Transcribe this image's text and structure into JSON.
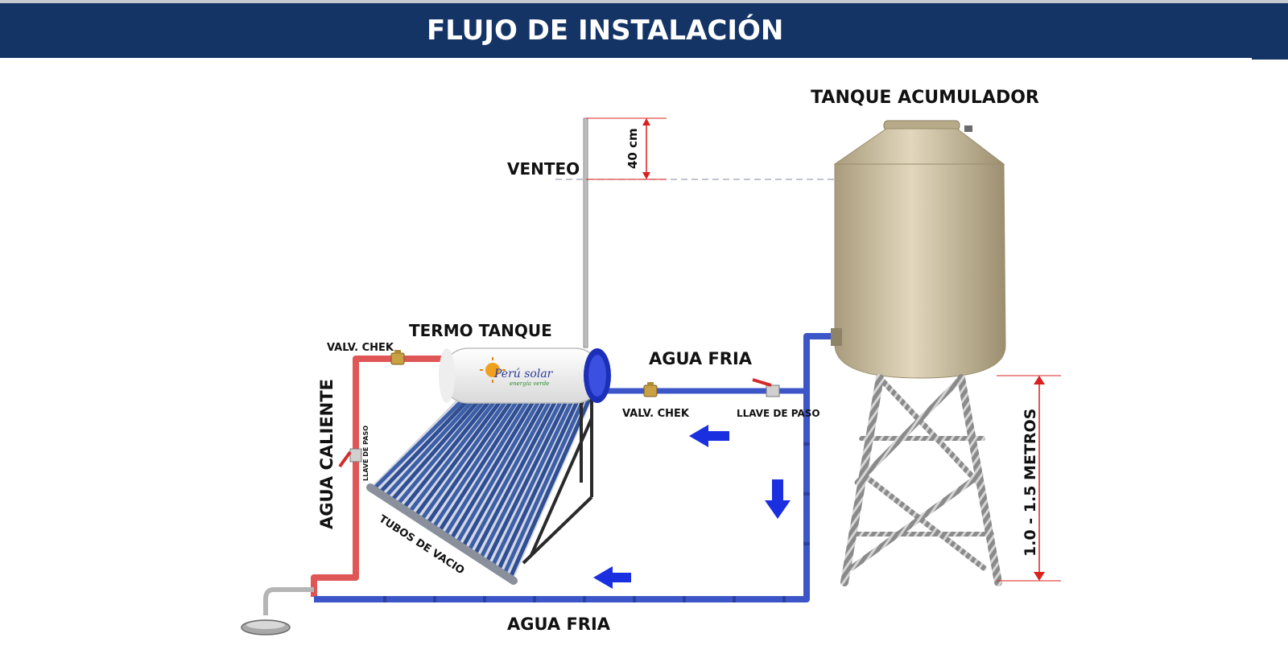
{
  "header": {
    "title": "FLUJO DE INSTALACIÓN"
  },
  "labels": {
    "tanque_acumulador": "TANQUE ACUMULADOR",
    "venteo": "VENTEO",
    "cm40": "40 cm",
    "termo_tanque": "TERMO TANQUE",
    "valv_chek_left": "VALV. CHEK",
    "agua_fria_top": "AGUA FRIA",
    "valv_chek_mid": "VALV. CHEK",
    "llave_paso_right": "LLAVE DE PASO",
    "agua_caliente": "AGUA CALIENTE",
    "llave_paso_left": "LLAVE DE PASO",
    "tubos_vacio": "TUBOS DE VACIO",
    "agua_fria_bottom": "AGUA FRIA",
    "metros": "1.0 - 1.5 METROS",
    "brand": "Perú solar",
    "brand_sub": "energía verde"
  },
  "colors": {
    "header_bg": "#143466",
    "hot_pipe": "#e05555",
    "cold_pipe": "#3c56c8",
    "arrow": "#1a2fe0",
    "tank": "#cbbd9c",
    "dimension": "#d92020"
  }
}
